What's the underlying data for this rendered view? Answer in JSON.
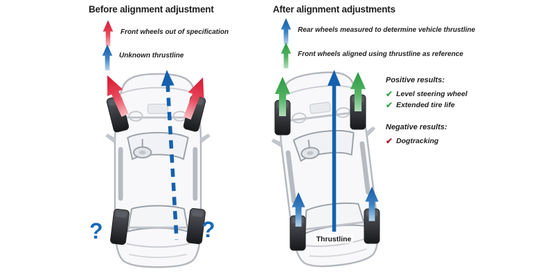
{
  "colors": {
    "arrow_red": "#d6152e",
    "arrow_blue": "#1559a8",
    "arrow_green": "#2c9a43",
    "thrustline_blue": "#1561ae",
    "question_blue": "#1b6ab8",
    "check_green": "#3da44c",
    "check_red": "#a8192e",
    "text": "#1e1e20"
  },
  "left_panel": {
    "title": "Before alignment adjustment",
    "legend": [
      {
        "icon": "red-up-arrow-icon",
        "label": "Front wheels out of specification"
      },
      {
        "icon": "blue-up-arrow-icon",
        "label": "Unknown thrustline"
      }
    ],
    "question_mark": "?"
  },
  "right_panel": {
    "title": "After alignment adjustments",
    "legend": [
      {
        "icon": "blue-up-arrow-icon",
        "label": "Rear wheels measured to determine vehicle thrustline"
      },
      {
        "icon": "green-up-arrow-icon",
        "label": "Front wheels aligned using thrustline as reference"
      }
    ],
    "results": {
      "positive_header": "Positive results:",
      "positive_items": [
        "Level steering wheel",
        "Extended tire life"
      ],
      "negative_header": "Negative results:",
      "negative_items": [
        "Dogtracking"
      ],
      "check_glyph": "✔"
    },
    "thrustline_label": "Thrustline"
  }
}
